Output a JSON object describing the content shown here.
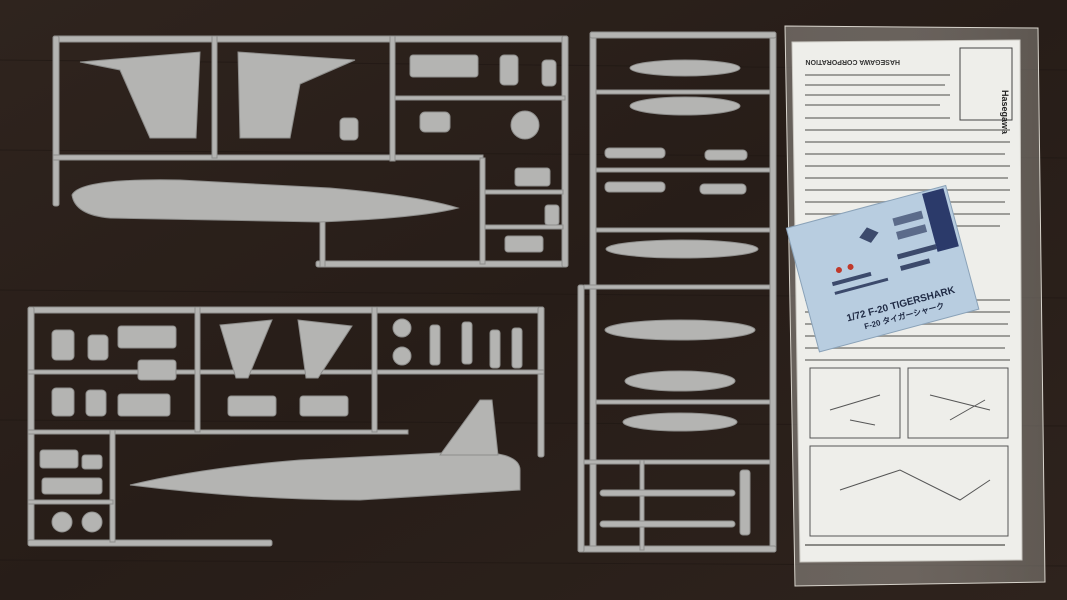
{
  "scene": {
    "background_color": "#2b211c",
    "plastic_color": "#b4b4b2",
    "plastic_shadow": "#8e8e8c",
    "paper_color": "#eeeeea",
    "decal_sheet_color": "#b8cde0"
  },
  "instruction_sheet": {
    "brand": "Hasegawa",
    "company": "HASEGAWA CORPORATION"
  },
  "decal_sheet": {
    "title": "1/72  F-20 TIGERSHARK",
    "subtitle": "F-20 タイガーシャーク"
  }
}
